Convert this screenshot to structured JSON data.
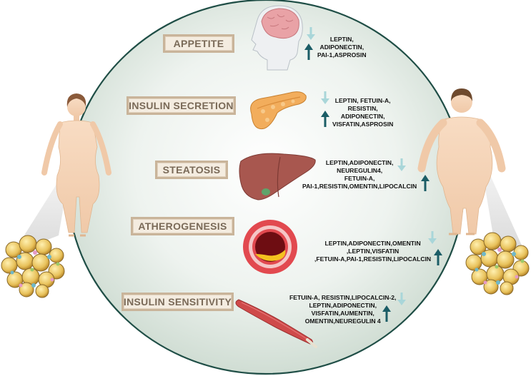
{
  "colors": {
    "ellipse_fill": "#d9e4dc",
    "ellipse_stroke": "#1f4e46",
    "label_fill": "#f4ece0",
    "label_border": "#c9b49a",
    "label_text": "#7a6a58",
    "arrow_down": "#a9d6d9",
    "arrow_up": "#1b5d66"
  },
  "rows": [
    {
      "label": "APPETITE",
      "organ_icon": "brain-head-icon",
      "lines": [
        "LEPTIN,",
        "ADIPONECTIN,",
        "PAI-1,ASPROSIN"
      ]
    },
    {
      "label": "INSULIN SECRETION",
      "organ_icon": "pancreas-icon",
      "lines": [
        "LEPTIN, FETUIN-A,",
        "RESISTIN,",
        "ADIPONECTIN,",
        "VISFATIN,ASPROSIN"
      ]
    },
    {
      "label": "STEATOSIS",
      "organ_icon": "liver-icon",
      "lines": [
        "LEPTIN,ADIPONECTIN,",
        "NEUREGULIN4,",
        "FETUIN-A,",
        "PAI-1,RESISTIN,OMENTIN,LIPOCALCIN"
      ]
    },
    {
      "label": "ATHEROGENESIS",
      "organ_icon": "artery-plaque-icon",
      "lines": [
        "LEPTIN,ADIPONECTIN,OMENTIN",
        ",LEPTIN,VISFATIN",
        ",FETUIN-A,PAI-1,RESISTIN,LIPOCALCIN"
      ]
    },
    {
      "label": "INSULIN SENSITIVITY",
      "organ_icon": "muscle-icon",
      "lines": [
        "FETUIN-A, RESISTIN,LIPOCALCIN-2,",
        "LEPTIN,ADIPONECTIN,",
        "VISFATIN,AUMENTIN,",
        "OMENTIN,NEUREGULIN 4"
      ]
    }
  ],
  "figures": {
    "left": "lean-woman-icon",
    "right": "obese-man-icon",
    "left_cells": "adipose-tissue-icon",
    "right_cells": "adipose-tissue-icon"
  }
}
